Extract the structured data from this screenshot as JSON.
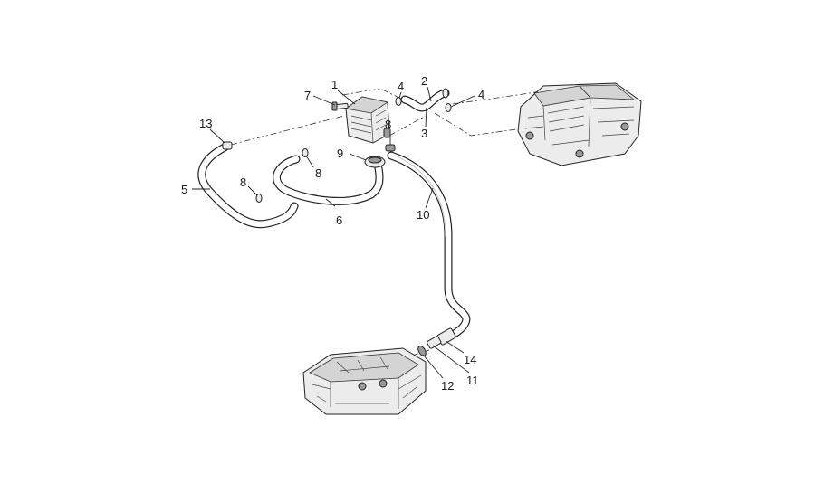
{
  "callouts": {
    "c1": "1",
    "c2": "2",
    "c3": "3",
    "c4a": "4",
    "c4b": "4",
    "c5": "5",
    "c6": "6",
    "c7": "7",
    "c8a": "8",
    "c8b": "8",
    "c8c": "8",
    "c9": "9",
    "c10": "10",
    "c11": "11",
    "c12": "12",
    "c13": "13",
    "c14": "14"
  }
}
